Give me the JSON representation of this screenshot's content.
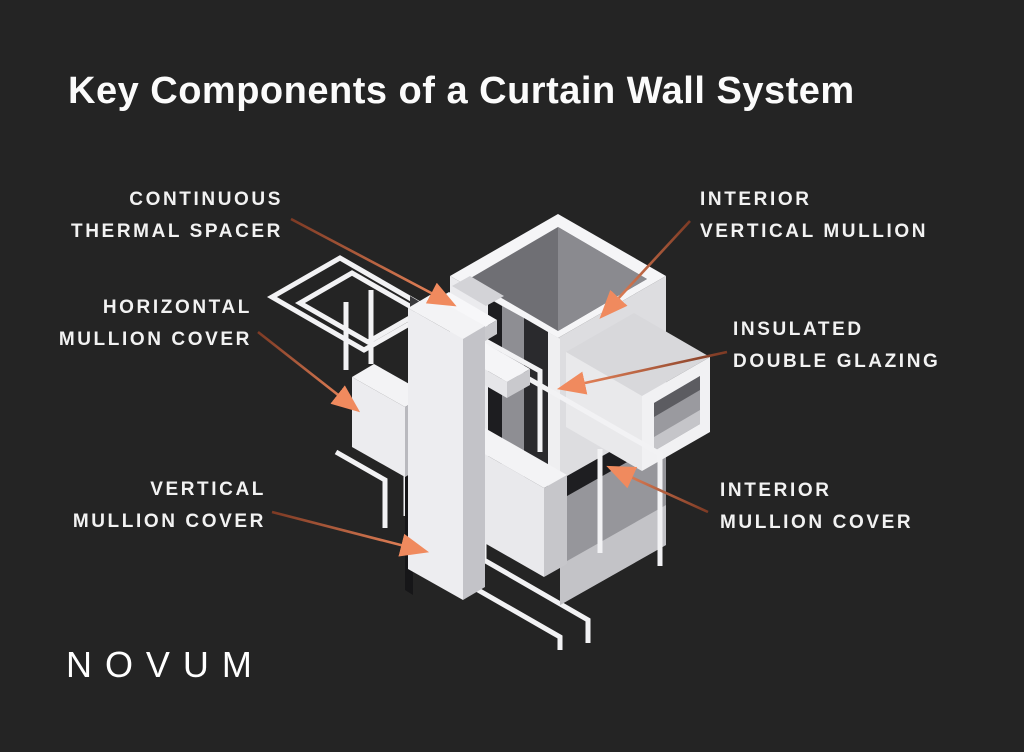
{
  "title": "Key Components of a Curtain Wall System",
  "brand": "NOVUM",
  "labels": {
    "thermal_spacer": {
      "line1": "CONTINUOUS",
      "line2": "THERMAL SPACER"
    },
    "horizontal_cover": {
      "line1": "HORIZONTAL",
      "line2": "MULLION COVER"
    },
    "vertical_cover": {
      "line1": "VERTICAL",
      "line2": "MULLION COVER"
    },
    "interior_mullion": {
      "line1": "INTERIOR",
      "line2": "VERTICAL MULLION"
    },
    "glazing": {
      "line1": "INSULATED",
      "line2": "DOUBLE GLAZING"
    },
    "interior_cover": {
      "line1": "INTERIOR",
      "line2": "MULLION COVER"
    }
  },
  "colors": {
    "background": "#242424",
    "text": "#f2f2f2",
    "arrow_start": "#7d3a24",
    "arrow_end": "#f08a5e",
    "illustration_light": "#ebebee",
    "illustration_mid": "#c6c6ca",
    "illustration_dark": "#6f6f74"
  }
}
